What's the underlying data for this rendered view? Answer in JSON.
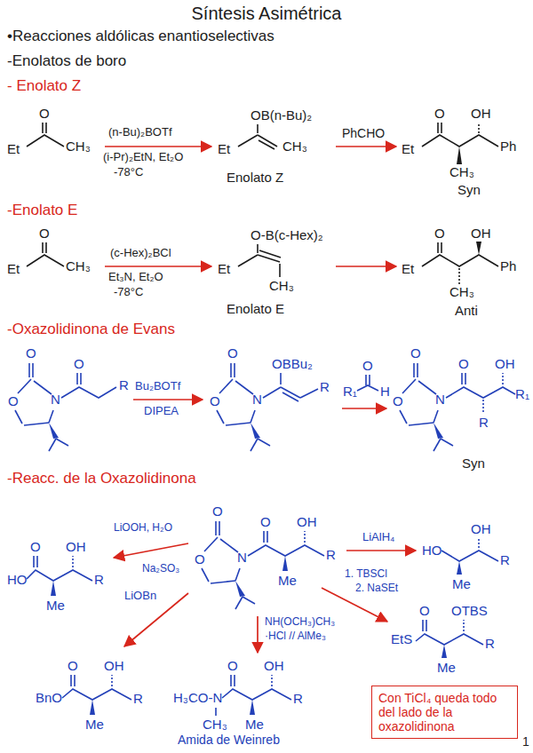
{
  "diagram": {
    "title": "Síntesis Asimétrica",
    "nodes": [
      {
        "text": [
          "Con TiCl₄ queda todo del lado de la oxazolidinona"
        ]
      }
    ],
    "labels": [
      "•Reacciones aldólicas enantioselectivas",
      "-Enolatos de boro",
      "- Enolato Z",
      "O",
      "Et",
      "CH₃",
      "(n-Bu)₂BOTf",
      "(i-Pr)₂EtN, Et₂O",
      "-78°C",
      "OB(n-Bu)₂",
      "Et",
      "CH₃",
      "Enolato Z",
      "PhCHO",
      "O",
      "OH",
      "Et",
      "Ph",
      "CH₃",
      "Syn",
      "-Enolato E",
      "O",
      "Et",
      "CH₃",
      "(c-Hex)₂BCl",
      "Et₃N, Et₂O",
      "-78°C",
      "O-B(c-Hex)₂",
      "Et",
      "CH₃",
      "Enolato E",
      "O",
      "OH",
      "Et",
      "Ph",
      "CH₃",
      "Anti",
      "-Oxazolidinona de Evans",
      "O",
      "O",
      "N",
      "O",
      "R",
      "Bu₂BOTf",
      "DIPEA",
      "O",
      "O",
      "N",
      "OBBu₂",
      "R",
      "O",
      "R₁",
      "H",
      "O",
      "O",
      "N",
      "O",
      "OH",
      "R",
      "R₁",
      "Syn",
      "-Reacc. de la Oxazolidinona",
      "O",
      "O",
      "N",
      "O",
      "OH",
      "Me",
      "R",
      "LiOOH, H₂O",
      "Na₂SO₃",
      "O",
      "OH",
      "HO",
      "R",
      "Me",
      "LiAlH₄",
      "OH",
      "HO",
      "R",
      "Me",
      "1. TBSCl",
      "2. NaSEt",
      "O",
      "OTBS",
      "EtS",
      "R",
      "Me",
      "LiOBn",
      "O",
      "OH",
      "BnO",
      "R",
      "Me",
      "NH(OCH₃)CH₃",
      "·HCl // AlMe₃",
      "O",
      "OH",
      "H₃CO-N",
      "R",
      "CH₃",
      "Me",
      "Amida de Weinreb",
      "1"
    ]
  }
}
